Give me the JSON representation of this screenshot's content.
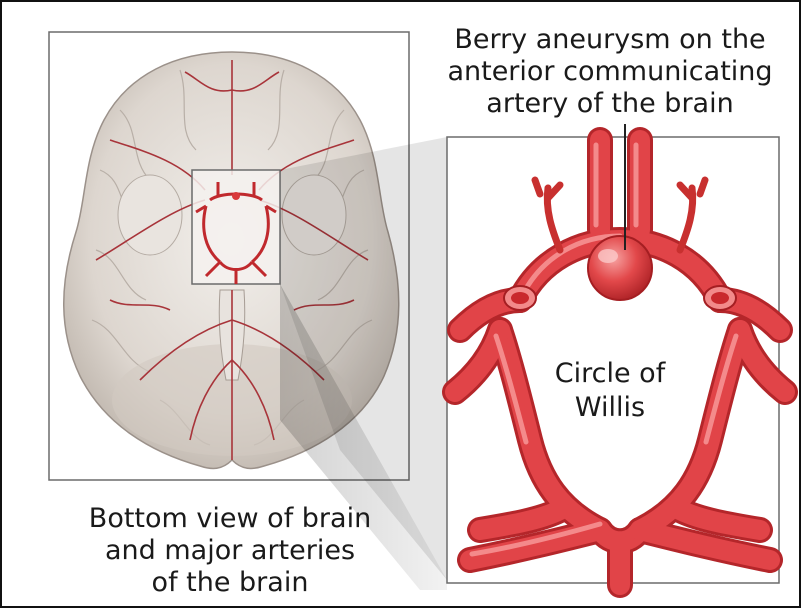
{
  "labels": {
    "aneurysm": {
      "line1": "Berry aneurysm on the",
      "line2": "anterior communicating",
      "line3": "artery of the brain"
    },
    "circle": {
      "line1": "Circle of",
      "line2": "Willis"
    },
    "brain_view": {
      "line1": "Bottom view of brain",
      "line2": "and major arteries",
      "line3": "of the brain"
    }
  },
  "colors": {
    "artery": "#d9393b",
    "artery_dark": "#a51e22",
    "artery_light": "#f2797a",
    "brain": "#e6e1dc",
    "brain_shade": "#c9c2bb",
    "border": "#111111",
    "pointer": "#222222"
  }
}
